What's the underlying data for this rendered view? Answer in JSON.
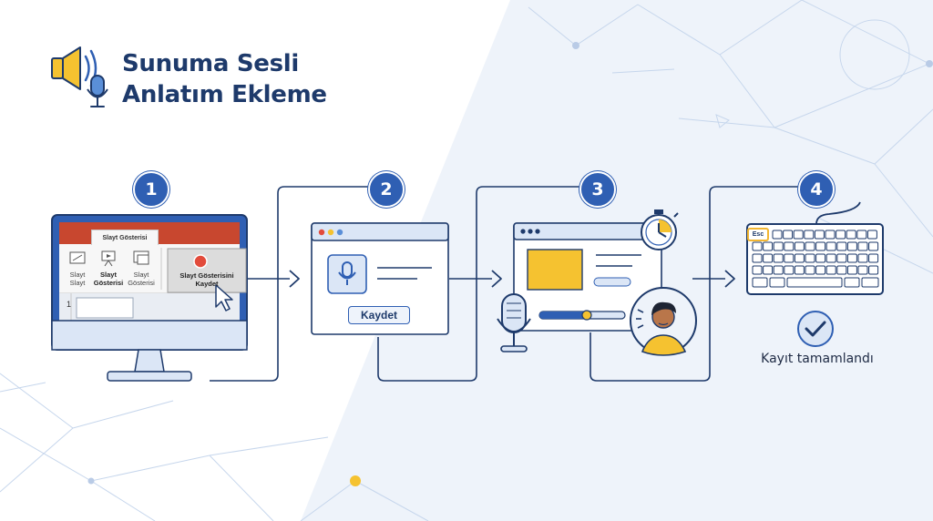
{
  "title": {
    "line1": "Sunuma Sesli",
    "line2": "Anlatım Ekleme"
  },
  "steps": [
    {
      "number": "1"
    },
    {
      "number": "2"
    },
    {
      "number": "3"
    },
    {
      "number": "4"
    }
  ],
  "step1": {
    "ribbon_tab": "Slayt Gösterisi",
    "buttons": [
      {
        "line1": "Slayt",
        "line2": "Slayt"
      },
      {
        "line1": "Slayt",
        "line2": "Gösterisi"
      },
      {
        "line1": "Slayt",
        "line2": "Gösterisi"
      }
    ],
    "record_line1": "Slayt Gösterisini",
    "record_line2": "Kaydet",
    "slide_number": "1"
  },
  "step2": {
    "button_label": "Kaydet"
  },
  "step4": {
    "esc_key": "Esc",
    "status": "Kayıt tamamlandı"
  },
  "colors": {
    "navy": "#1e3a6b",
    "blue": "#2f5fb3",
    "window_bar": "#dbe6f6",
    "ribbon_red": "#c8472f",
    "yellow": "#f5c230",
    "accent_yellow": "#f2b632",
    "background_tint": "#eef3fa"
  },
  "icons": [
    "speaker-icon",
    "microphone-icon",
    "cursor-icon",
    "stopwatch-icon",
    "person-icon",
    "keyboard-icon",
    "checkmark-icon",
    "arrow-right-icon"
  ]
}
